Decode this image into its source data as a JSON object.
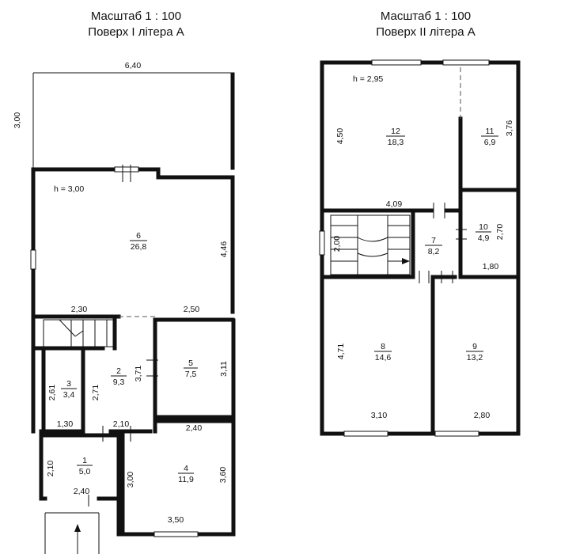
{
  "headers": {
    "floor1": {
      "scale": "Масштаб 1 : 100",
      "title": "Поверх I літера А"
    },
    "floor2": {
      "scale": "Масштаб 1 : 100",
      "title": "Поверх II літера А"
    }
  },
  "floor1": {
    "height": "h = 3,00",
    "terrace": {
      "width": "6,40",
      "depth": "3,00"
    },
    "rooms": [
      {
        "num": "6",
        "area": "26,8"
      },
      {
        "num": "5",
        "area": "7,5"
      },
      {
        "num": "2",
        "area": "9,3"
      },
      {
        "num": "3",
        "area": "3,4"
      },
      {
        "num": "1",
        "area": "5,0"
      },
      {
        "num": "4",
        "area": "11,9"
      }
    ],
    "dims": {
      "r6_side": "4,46",
      "r6_w1": "2,30",
      "r6_w2": "2,50",
      "r5_side": "3,11",
      "r2_side": "3,71",
      "r3_side_l": "2,61",
      "r3_side_r": "2,71",
      "r3_w": "1,30",
      "hall_w": "2,10",
      "r4_w": "2,40",
      "r4_side_l": "3,00",
      "r4_side_r": "3,60",
      "r4_bottom": "3,50",
      "r1_side": "2,10",
      "r1_w": "2,40"
    }
  },
  "floor2": {
    "height": "h = 2,95",
    "rooms": [
      {
        "num": "12",
        "area": "18,3"
      },
      {
        "num": "11",
        "area": "6,9"
      },
      {
        "num": "7",
        "area": "8,2"
      },
      {
        "num": "10",
        "area": "4,9"
      },
      {
        "num": "8",
        "area": "14,6"
      },
      {
        "num": "9",
        "area": "13,2"
      }
    ],
    "dims": {
      "r12_side": "4,50",
      "r12_w": "4,09",
      "r11_side": "3,76",
      "stair_side": "2,00",
      "r10_side": "2,70",
      "r10_w": "1,80",
      "r8_side": "4,71",
      "r8_w": "3,10",
      "r9_w": "2,80"
    }
  }
}
